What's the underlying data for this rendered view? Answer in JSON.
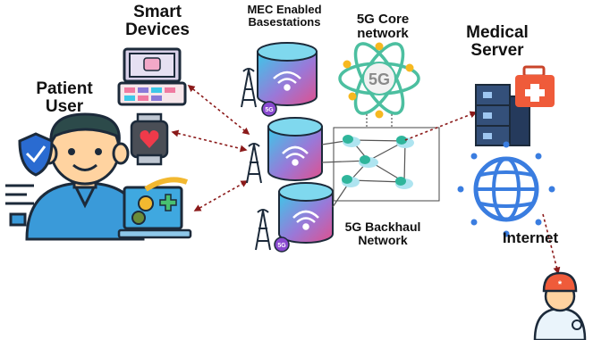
{
  "labels": {
    "smart_devices": "Smart Devices",
    "patient_user": "Patient User",
    "mec": "MEC Enabled Basestations",
    "core": "5G Core network",
    "medical_server": "Medical Server",
    "backhaul": "5G Backhaul Network",
    "internet": "Internet",
    "core_badge": "5G",
    "bs_badges": [
      "5G",
      "5G",
      "5G"
    ]
  },
  "colors": {
    "skin": "#ffd3a0",
    "hair": "#2c4a4a",
    "shirt": "#3a9ad9",
    "shield": "#2a6bd1",
    "cylinder_top": "#3cc8e8",
    "cylinder_bottom": "#e0508c",
    "link_arrow": "#8b1a1a",
    "cloud": "#aee4f0",
    "node": "#2fb59b",
    "atom": "#4cbfa0",
    "atom_dot": "#f6b820",
    "server": "#34507a",
    "medkit": "#ef5b3a",
    "globe": "#3a7de0"
  },
  "icons": [
    "shield-icon",
    "monitor-icon",
    "smartwatch-icon",
    "robot-arm-icon",
    "atom-icon",
    "server-icon",
    "medkit-icon",
    "globe-icon",
    "doctor-icon",
    "tower-icon",
    "wifi-icon",
    "cloud-icon"
  ]
}
